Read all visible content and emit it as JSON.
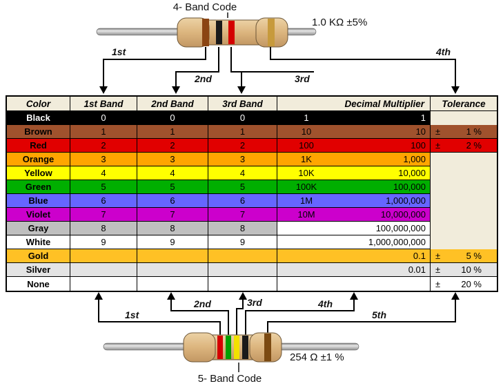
{
  "top_resistor": {
    "title": "4- Band Code",
    "value": "1.0 KΩ  ±5%",
    "band_labels": [
      "1st",
      "2nd",
      "3rd",
      "4th"
    ],
    "band_colors": [
      "#8B4513",
      "#1a1a1a",
      "#D40000",
      "#C79A3C"
    ]
  },
  "bottom_resistor": {
    "title": "5- Band Code",
    "value": "254 Ω  ±1 %",
    "band_labels": [
      "1st",
      "2nd",
      "3rd",
      "4th",
      "5th"
    ],
    "band_colors": [
      "#D40000",
      "#00A000",
      "#F2E100",
      "#1a1a1a",
      "#7B4A12"
    ]
  },
  "table": {
    "headers": [
      "Color",
      "1st Band",
      "2nd Band",
      "3rd Band",
      "Decimal Multiplier",
      "Tolerance"
    ],
    "header_bg": "#F1ECDB",
    "rows": [
      {
        "name": "Black",
        "digits": [
          "0",
          "0",
          "0"
        ],
        "mult_short": "1",
        "mult_long": "1",
        "tol_sign": "",
        "tol_value": "",
        "bg": "#000000",
        "fg": "#FFFFFF",
        "mult_colored": true,
        "tol_merged": true
      },
      {
        "name": "Brown",
        "digits": [
          "1",
          "1",
          "1"
        ],
        "mult_short": "10",
        "mult_long": "10",
        "tol_sign": "±",
        "tol_value": "1 %",
        "bg": "#A0522D",
        "fg": "#000000",
        "mult_colored": true,
        "tol_merged": false
      },
      {
        "name": "Red",
        "digits": [
          "2",
          "2",
          "2"
        ],
        "mult_short": "100",
        "mult_long": "100",
        "tol_sign": "±",
        "tol_value": "2 %",
        "bg": "#E10000",
        "fg": "#000000",
        "mult_colored": true,
        "tol_merged": false
      },
      {
        "name": "Orange",
        "digits": [
          "3",
          "3",
          "3"
        ],
        "mult_short": "1K",
        "mult_long": "1,000",
        "tol_sign": "",
        "tol_value": "",
        "bg": "#FFA500",
        "fg": "#000000",
        "mult_colored": true,
        "tol_merged": true
      },
      {
        "name": "Yellow",
        "digits": [
          "4",
          "4",
          "4"
        ],
        "mult_short": "10K",
        "mult_long": "10,000",
        "tol_sign": "",
        "tol_value": "",
        "bg": "#FFFF00",
        "fg": "#000000",
        "mult_colored": true,
        "tol_merged": true
      },
      {
        "name": "Green",
        "digits": [
          "5",
          "5",
          "5"
        ],
        "mult_short": "100K",
        "mult_long": "100,000",
        "tol_sign": "",
        "tol_value": "",
        "bg": "#00AF00",
        "fg": "#000000",
        "mult_colored": true,
        "tol_merged": true
      },
      {
        "name": "Blue",
        "digits": [
          "6",
          "6",
          "6"
        ],
        "mult_short": "1M",
        "mult_long": "1,000,000",
        "tol_sign": "",
        "tol_value": "",
        "bg": "#6666FF",
        "fg": "#000000",
        "mult_colored": true,
        "tol_merged": true
      },
      {
        "name": "Violet",
        "digits": [
          "7",
          "7",
          "7"
        ],
        "mult_short": "10M",
        "mult_long": "10,000,000",
        "tol_sign": "",
        "tol_value": "",
        "bg": "#CC00CC",
        "fg": "#000000",
        "mult_colored": true,
        "tol_merged": true
      },
      {
        "name": "Gray",
        "digits": [
          "8",
          "8",
          "8"
        ],
        "mult_short": "",
        "mult_long": "100,000,000",
        "tol_sign": "",
        "tol_value": "",
        "bg": "#BFBFBF",
        "fg": "#000000",
        "mult_colored": false,
        "tol_merged": true
      },
      {
        "name": "White",
        "digits": [
          "9",
          "9",
          "9"
        ],
        "mult_short": "",
        "mult_long": "1,000,000,000",
        "tol_sign": "",
        "tol_value": "",
        "bg": "#FFFFFF",
        "fg": "#000000",
        "mult_colored": false,
        "tol_merged": true
      },
      {
        "name": "Gold",
        "digits": [
          "",
          "",
          ""
        ],
        "mult_short": "",
        "mult_long": "0.1",
        "tol_sign": "±",
        "tol_value": "5 %",
        "bg": "#FFC125",
        "fg": "#000000",
        "mult_colored": true,
        "tol_merged": false
      },
      {
        "name": "Silver",
        "digits": [
          "",
          "",
          ""
        ],
        "mult_short": "",
        "mult_long": "0.01",
        "tol_sign": "±",
        "tol_value": "10 %",
        "bg": "#E4E4E4",
        "fg": "#000000",
        "mult_colored": true,
        "tol_merged": false
      },
      {
        "name": "None",
        "digits": [
          "",
          "",
          ""
        ],
        "mult_short": "",
        "mult_long": "",
        "tol_sign": "±",
        "tol_value": "20 %",
        "bg": "#FFFFFF",
        "fg": "#000000",
        "mult_colored": true,
        "tol_merged": false
      }
    ]
  }
}
